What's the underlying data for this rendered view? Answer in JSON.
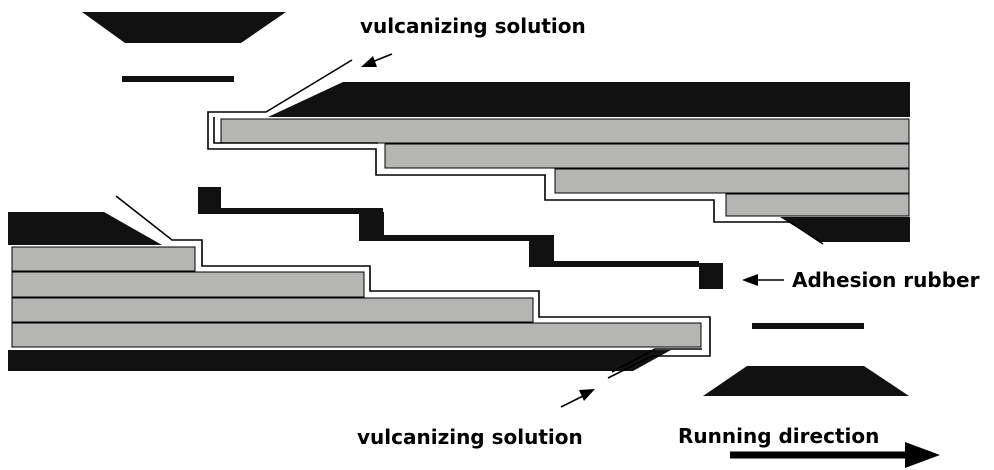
{
  "labels": {
    "vulcanizing_top": "vulcanizing solution",
    "vulcanizing_bottom": "vulcanizing solution",
    "adhesion_rubber": "Adhesion rubber",
    "running_direction": "Running direction"
  },
  "colors": {
    "ply": "#b5b5b3",
    "cover": "#111111",
    "outline": "#000000",
    "background": "#ffffff"
  }
}
